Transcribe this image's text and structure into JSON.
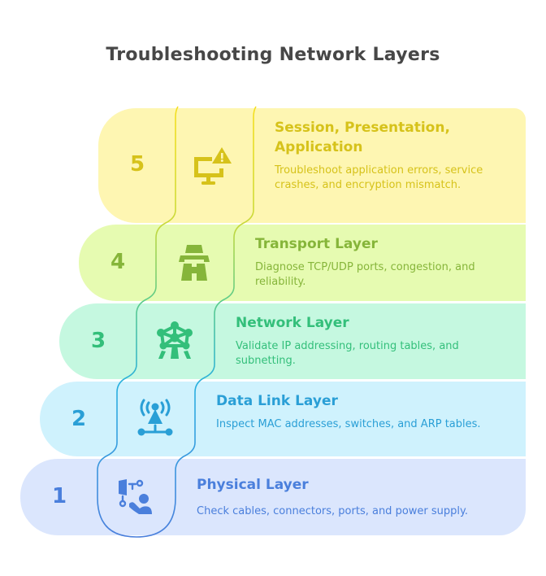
{
  "title": "Troubleshooting Network Layers",
  "layers": [
    {
      "number": "1",
      "heading": "Physical Layer",
      "description": "Check cables, connectors, ports, and power supply.",
      "icon": "technician-cable-icon",
      "bg": "#dbe6fd",
      "fg": "#4a7fdc"
    },
    {
      "number": "2",
      "heading": "Data Link Layer",
      "description": "Inspect MAC addresses, switches, and ARP tables.",
      "icon": "antenna-network-icon",
      "bg": "#cff2fd",
      "fg": "#2a9fd6"
    },
    {
      "number": "3",
      "heading": "Network Layer",
      "description": "Validate IP addressing, routing tables, and subnetting.",
      "icon": "atomium-network-icon",
      "bg": "#c5f8e0",
      "fg": "#33bf7a"
    },
    {
      "number": "4",
      "heading": "Transport Layer",
      "description": "Diagnose TCP/UDP ports, congestion, and reliability.",
      "icon": "highway-road-icon",
      "bg": "#e6fbb1",
      "fg": "#86b53a"
    },
    {
      "number": "5",
      "heading": "Session, Presentation, Application",
      "description": "Troubleshoot application errors, service crashes, and encryption mismatch.",
      "icon": "monitor-warning-icon",
      "bg": "#fef6b2",
      "fg": "#d6c21a"
    }
  ]
}
